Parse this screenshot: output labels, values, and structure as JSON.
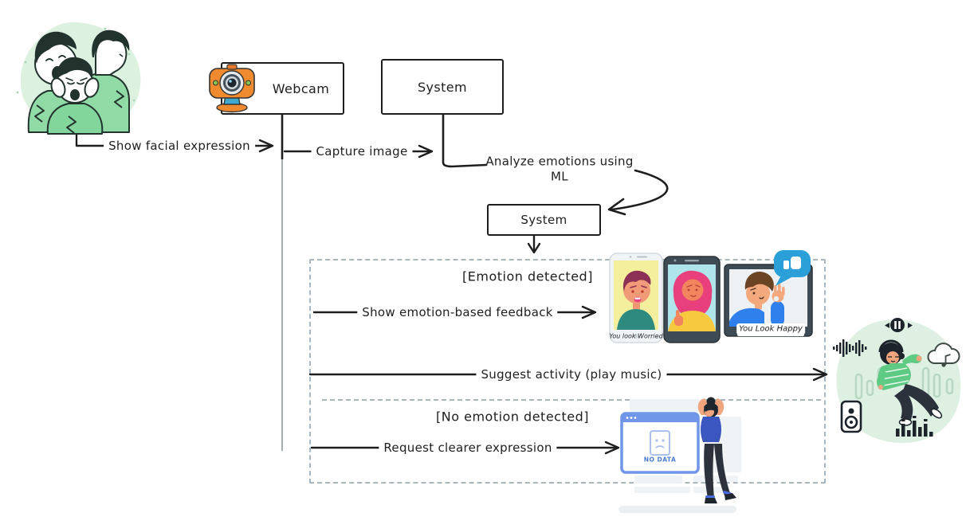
{
  "diagram": {
    "type": "sequence-flow",
    "title_context": "Facial emotion detection flow",
    "actors": {
      "webcam": {
        "label": "Webcam"
      },
      "system_main": {
        "label": "System"
      },
      "system_analysis": {
        "label": "System"
      }
    },
    "messages": {
      "show_facial_expression": {
        "label": "Show facial expression",
        "from": "user-illustration",
        "to": "webcam"
      },
      "capture_image": {
        "label": "Capture image",
        "from": "webcam",
        "to": "system_main"
      },
      "analyze_emotions": {
        "label": "Analyze emotions using ML",
        "from": "system_main",
        "to": "system_analysis"
      },
      "show_feedback": {
        "label": "Show emotion-based feedback",
        "from": "system_analysis",
        "to": "feedback-screens-illustration"
      },
      "suggest_activity": {
        "label": "Suggest activity (play music)",
        "from": "system_analysis",
        "to": "music-illustration"
      },
      "request_clearer_expression": {
        "label": "Request clearer expression",
        "from": "system_analysis",
        "to": "no-data-illustration"
      }
    },
    "guards": {
      "emotion_detected": {
        "label": "[Emotion detected]"
      },
      "no_emotion_detected": {
        "label": "[No emotion detected]"
      }
    },
    "captions": {
      "worried": {
        "label": "You look Worried"
      },
      "happy": {
        "label": "You Look Happy"
      },
      "no_data": {
        "label": "NO DATA"
      }
    },
    "icons": {
      "webcam": "webcam-icon",
      "people_emotions": "people-emotions-illustration",
      "feedback_screens": "feedback-screens-illustration",
      "thumbs_up_bubble": "speech-bubble-thumbs-up-icon",
      "music_listening": "music-listening-illustration",
      "pause": "pause-icon",
      "speaker": "speaker-icon",
      "equalizer": "equalizer-icon",
      "cloud_music": "cloud-music-icon",
      "no_data": "no-data-illustration",
      "sad_document": "sad-document-icon"
    },
    "colors": {
      "ink": "#1e1e1e",
      "dashed_border": "#a8b6c2",
      "lifeline_gray": "#9aa5ad",
      "illustration_green_blob": "#ddf1e1",
      "sweater_green": "#90dba5",
      "webcam_orange": "#f08a2e",
      "webcam_blue": "#3fa9d0",
      "phone_screen_yellow": "#f3ef9c",
      "hair_maroon": "#8c3055",
      "shirt_teal": "#2e8a7e",
      "hair_magenta": "#e83f7d",
      "shirt_yellow": "#f6c93e",
      "shirt_blue": "#2f80ed",
      "bubble_blue": "#2b9fd8",
      "browser_blue": "#6f96e8",
      "nodata_text_blue": "#4a7bd0"
    }
  }
}
